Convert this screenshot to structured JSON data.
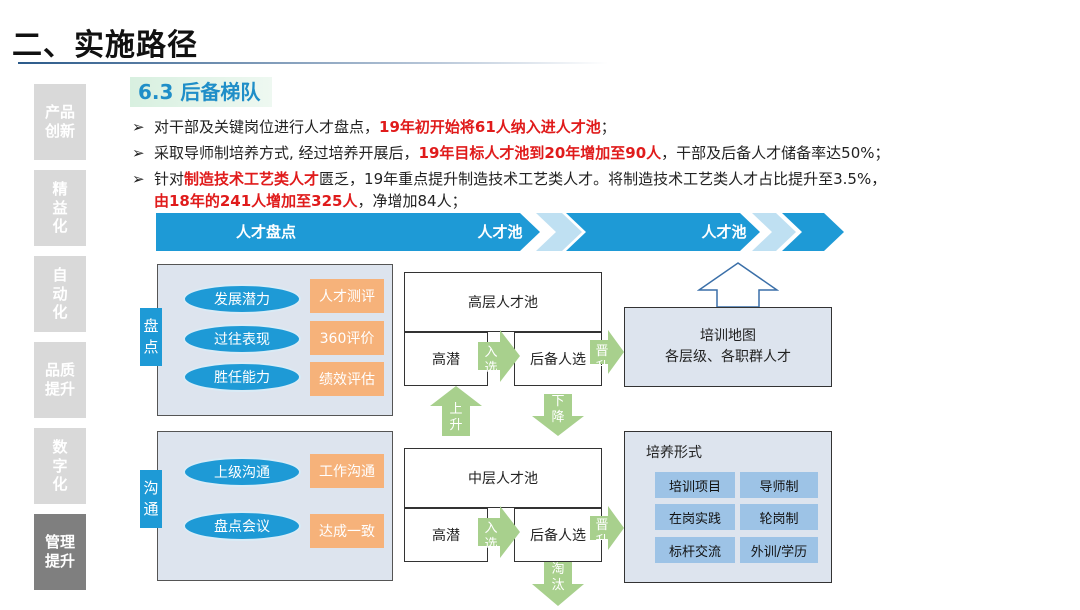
{
  "page": {
    "title": "二、实施路径"
  },
  "sidebar": [
    {
      "label": "产品创新",
      "active": false
    },
    {
      "label": "精益化",
      "active": false
    },
    {
      "label": "自动化",
      "active": false
    },
    {
      "label": "品质提升",
      "active": false
    },
    {
      "label": "数字化",
      "active": false
    },
    {
      "label": "管理提升",
      "active": true
    }
  ],
  "section": {
    "title": "6.3 后备梯队"
  },
  "bullets": {
    "marker": "➢",
    "b1": {
      "t1": "对干部及关键岗位进行人才盘点，",
      "r1": "19年初开始将61人纳入进人才池",
      "t2": "；"
    },
    "b2": {
      "t1": "采取导师制培养方式, 经过培养开展后，",
      "r1": "19年目标人才池到20年增加至90人",
      "t2": "，干部及后备人才储备率达50%；"
    },
    "b3": {
      "t1": "针对",
      "r1": "制造技术工艺类人才",
      "t2": "匮乏，19年重点提升制造技术工艺类人才。将制造技术工艺类人才占比提升至3.5%，",
      "r2": "由18年的241人增加至325人",
      "t3": "，净增加84人；"
    }
  },
  "banner": [
    "人才盘点",
    "人才池",
    "人才池"
  ],
  "inventory": {
    "label": "盘点",
    "items": [
      {
        "oval": "发展潜力",
        "tag": "人才测评"
      },
      {
        "oval": "过往表现",
        "tag": "360评价"
      },
      {
        "oval": "胜任能力",
        "tag": "绩效评估"
      }
    ]
  },
  "communicate": {
    "label": "沟通",
    "items": [
      {
        "oval": "上级沟通",
        "tag": "工作沟通"
      },
      {
        "oval": "盘点会议",
        "tag": "达成一致"
      }
    ]
  },
  "pool_high": {
    "title": "高层人才池",
    "left": "高潜",
    "right": "后备人选",
    "arrow_in": "入选",
    "arrow_up": "晋升"
  },
  "pool_mid": {
    "title": "中层人才池",
    "left": "高潜",
    "right": "后备人选",
    "arrow_in": "入选",
    "arrow_up": "晋升"
  },
  "between": {
    "up": "上升",
    "down": "下降",
    "out": "淘汰"
  },
  "training_map": {
    "line1": "培训地图",
    "line2": "各层级、各职群人才"
  },
  "training_forms": {
    "title": "培养形式",
    "cells": [
      "培训项目",
      "导师制",
      "在岗实践",
      "轮岗制",
      "标杆交流",
      "外训/学历"
    ]
  },
  "colors": {
    "blue": "#1e9ad6",
    "green_arrow": "#a8d08d",
    "orange": "#f6b27a",
    "red": "#e01b1b"
  }
}
